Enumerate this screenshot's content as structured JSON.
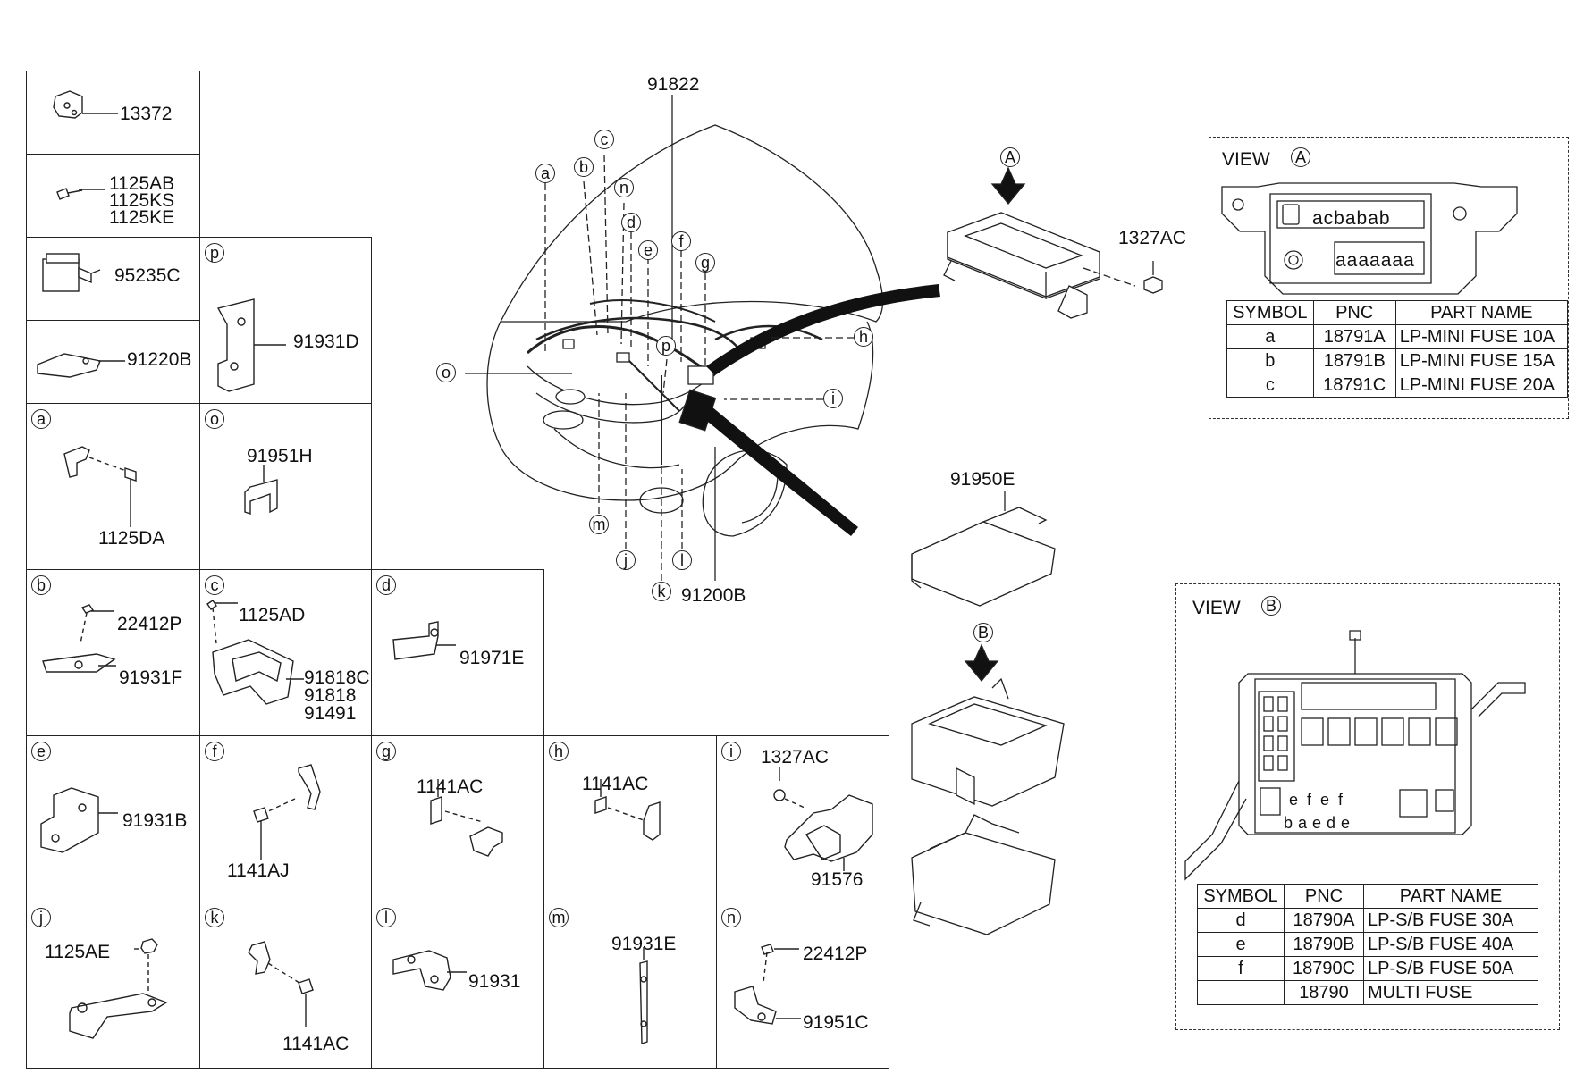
{
  "parts_grid": {
    "cells": [
      {
        "id": "c13372",
        "tag": "",
        "labels": [
          "13372"
        ]
      },
      {
        "id": "c1125ab",
        "tag": "",
        "labels": [
          "1125AB",
          "1125KS",
          "1125KE"
        ]
      },
      {
        "id": "c95235c",
        "tag": "",
        "labels": [
          "95235C"
        ]
      },
      {
        "id": "c91220b",
        "tag": "",
        "labels": [
          "91220B"
        ]
      },
      {
        "id": "cp",
        "tag": "p",
        "labels": [
          "91931D"
        ]
      },
      {
        "id": "ca",
        "tag": "a",
        "labels": [
          "1125DA"
        ]
      },
      {
        "id": "co",
        "tag": "o",
        "labels": [
          "91951H"
        ]
      },
      {
        "id": "cb",
        "tag": "b",
        "labels": [
          "22412P",
          "91931F"
        ]
      },
      {
        "id": "cc",
        "tag": "c",
        "labels": [
          "1125AD",
          "91818C",
          "91818",
          "91491"
        ]
      },
      {
        "id": "cd",
        "tag": "d",
        "labels": [
          "91971E"
        ]
      },
      {
        "id": "ce",
        "tag": "e",
        "labels": [
          "91931B"
        ]
      },
      {
        "id": "cf",
        "tag": "f",
        "labels": [
          "1141AJ"
        ]
      },
      {
        "id": "cg",
        "tag": "g",
        "labels": [
          "1141AC"
        ]
      },
      {
        "id": "ch",
        "tag": "h",
        "labels": [
          "1141AC"
        ]
      },
      {
        "id": "ci",
        "tag": "i",
        "labels": [
          "1327AC",
          "91576"
        ]
      },
      {
        "id": "cj",
        "tag": "j",
        "labels": [
          "1125AE"
        ]
      },
      {
        "id": "ck",
        "tag": "k",
        "labels": [
          "1141AC"
        ]
      },
      {
        "id": "cl",
        "tag": "l",
        "labels": [
          "91931"
        ]
      },
      {
        "id": "cm",
        "tag": "m",
        "labels": [
          "91931E"
        ]
      },
      {
        "id": "cn",
        "tag": "n",
        "labels": [
          "22412P",
          "91951C"
        ]
      }
    ]
  },
  "main_view": {
    "harness_label": "91822",
    "harness_main": "91200B",
    "callouts": [
      "a",
      "b",
      "c",
      "n",
      "d",
      "e",
      "f",
      "g",
      "h",
      "i",
      "o",
      "p",
      "m",
      "j",
      "k",
      "l"
    ]
  },
  "junction_box": {
    "view_a_marker": "A",
    "nut_label": "1327AC",
    "cover_label": "91950E",
    "view_b_marker": "B"
  },
  "view_a": {
    "title": "VIEW",
    "marker": "A",
    "fuse_row_top": "acbabab",
    "fuse_row_bottom": "aaaaaaa",
    "headers": [
      "SYMBOL",
      "PNC",
      "PART NAME"
    ],
    "rows": [
      {
        "symbol": "a",
        "pnc": "18791A",
        "name": "LP-MINI FUSE 10A"
      },
      {
        "symbol": "b",
        "pnc": "18791B",
        "name": "LP-MINI FUSE 15A"
      },
      {
        "symbol": "c",
        "pnc": "18791C",
        "name": "LP-MINI FUSE 20A"
      }
    ]
  },
  "view_b": {
    "title": "VIEW",
    "marker": "B",
    "fuse_row_top": "efef",
    "fuse_row_bottom": "baede",
    "headers": [
      "SYMBOL",
      "PNC",
      "PART NAME"
    ],
    "rows": [
      {
        "symbol": "d",
        "pnc": "18790A",
        "name": "LP-S/B FUSE 30A"
      },
      {
        "symbol": "e",
        "pnc": "18790B",
        "name": "LP-S/B FUSE 40A"
      },
      {
        "symbol": "f",
        "pnc": "18790C",
        "name": "LP-S/B FUSE 50A"
      },
      {
        "symbol": "",
        "pnc": "18790",
        "name": "MULTI FUSE"
      }
    ]
  }
}
